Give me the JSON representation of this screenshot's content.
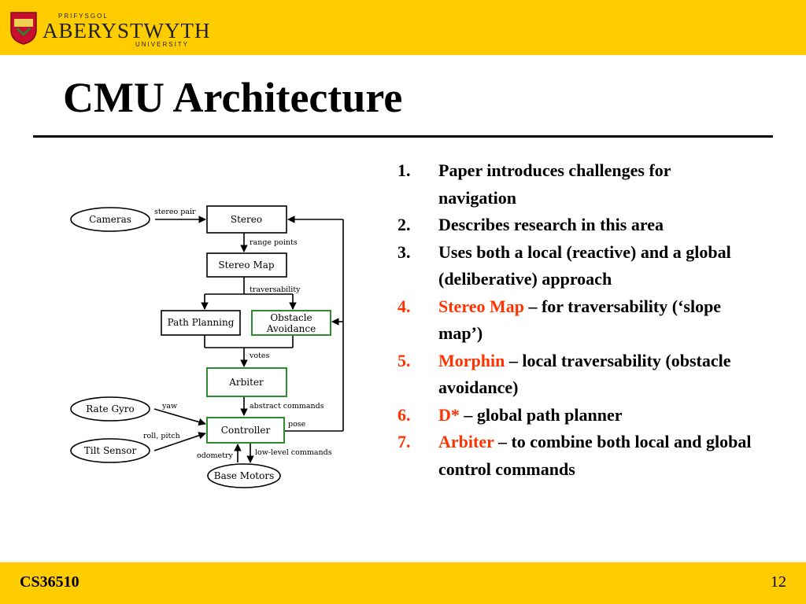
{
  "header": {
    "logo_top": "PRIFYSGOL",
    "logo_main": "ABERYSTWYTH",
    "logo_bottom": "UNIVERSITY"
  },
  "slide": {
    "title": "CMU Architecture"
  },
  "diagram": {
    "nodes": {
      "cameras": "Cameras",
      "stereo": "Stereo",
      "stereo_map": "Stereo Map",
      "path_planning": "Path Planning",
      "obstacle_avoidance_1": "Obstacle",
      "obstacle_avoidance_2": "Avoidance",
      "arbiter": "Arbiter",
      "rate_gyro": "Rate Gyro",
      "tilt_sensor": "Tilt Sensor",
      "controller": "Controller",
      "base_motors": "Base Motors"
    },
    "edges": {
      "stereo_pair": "stereo pair",
      "range_points": "range points",
      "traversability": "traversability",
      "votes": "votes",
      "yaw": "yaw",
      "abstract_commands": "abstract commands",
      "pose": "pose",
      "roll_pitch": "roll, pitch",
      "odometry": "odometry",
      "low_level_commands": "low-level commands"
    },
    "colors": {
      "green_box": "#2e8b2e"
    }
  },
  "list": [
    {
      "num": "1.",
      "highlight": "",
      "text": "Paper introduces challenges for navigation",
      "red": false
    },
    {
      "num": "2.",
      "highlight": "",
      "text": "Describes research in this area",
      "red": false
    },
    {
      "num": "3.",
      "highlight": "",
      "text": "Uses both a local (reactive) and a global (deliberative) approach",
      "red": false
    },
    {
      "num": "4.",
      "highlight": "Stereo Map",
      "text": " – for traversability (‘slope map’)",
      "red": true
    },
    {
      "num": "5.",
      "highlight": "Morphin",
      "text": " – local traversability (obstacle avoidance)",
      "red": true
    },
    {
      "num": "6.",
      "highlight": "D*",
      "text": " – global path planner",
      "red": true
    },
    {
      "num": "7.",
      "highlight": "Arbiter",
      "text": " – to combine both local and global control commands",
      "red": true
    }
  ],
  "footer": {
    "course": "CS36510",
    "page": "12"
  },
  "colors": {
    "brand_yellow": "#ffcc00",
    "highlight_red": "#ff3300"
  }
}
